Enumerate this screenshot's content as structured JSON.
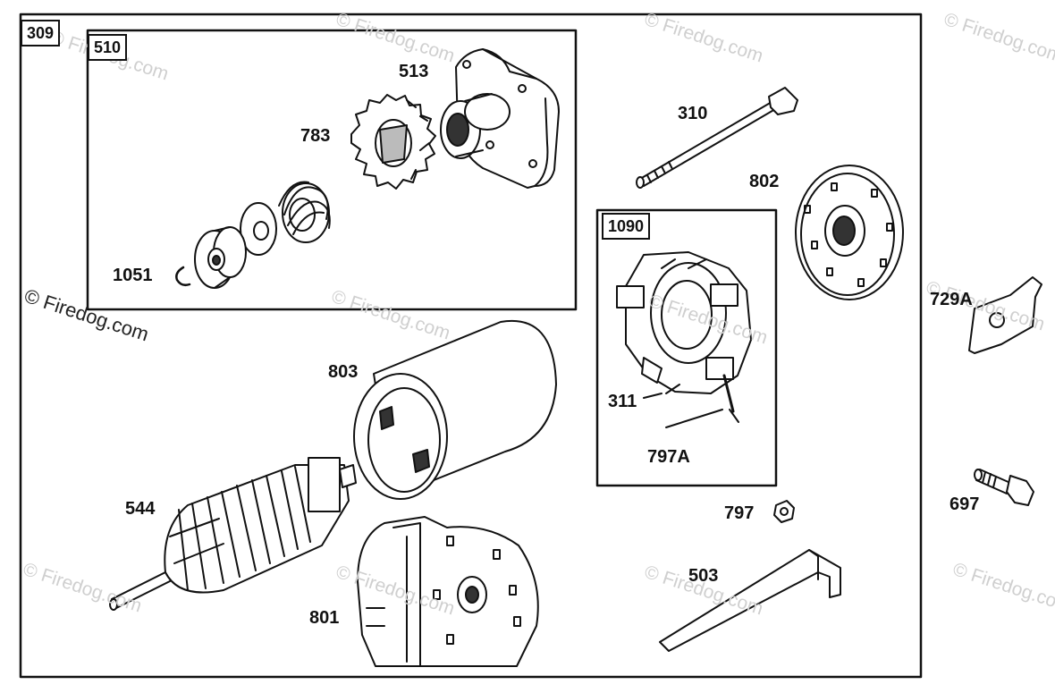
{
  "diagram": {
    "main_group": "309",
    "groups": [
      {
        "id": "510"
      },
      {
        "id": "1090"
      }
    ],
    "part_labels": {
      "p513": "513",
      "p783": "783",
      "p1051": "1051",
      "p310": "310",
      "p802": "802",
      "p729a": "729A",
      "p803": "803",
      "p311": "311",
      "p797a": "797A",
      "p544": "544",
      "p797": "797",
      "p697": "697",
      "p503": "503",
      "p801": "801"
    },
    "watermark": "© Firedog.com"
  }
}
